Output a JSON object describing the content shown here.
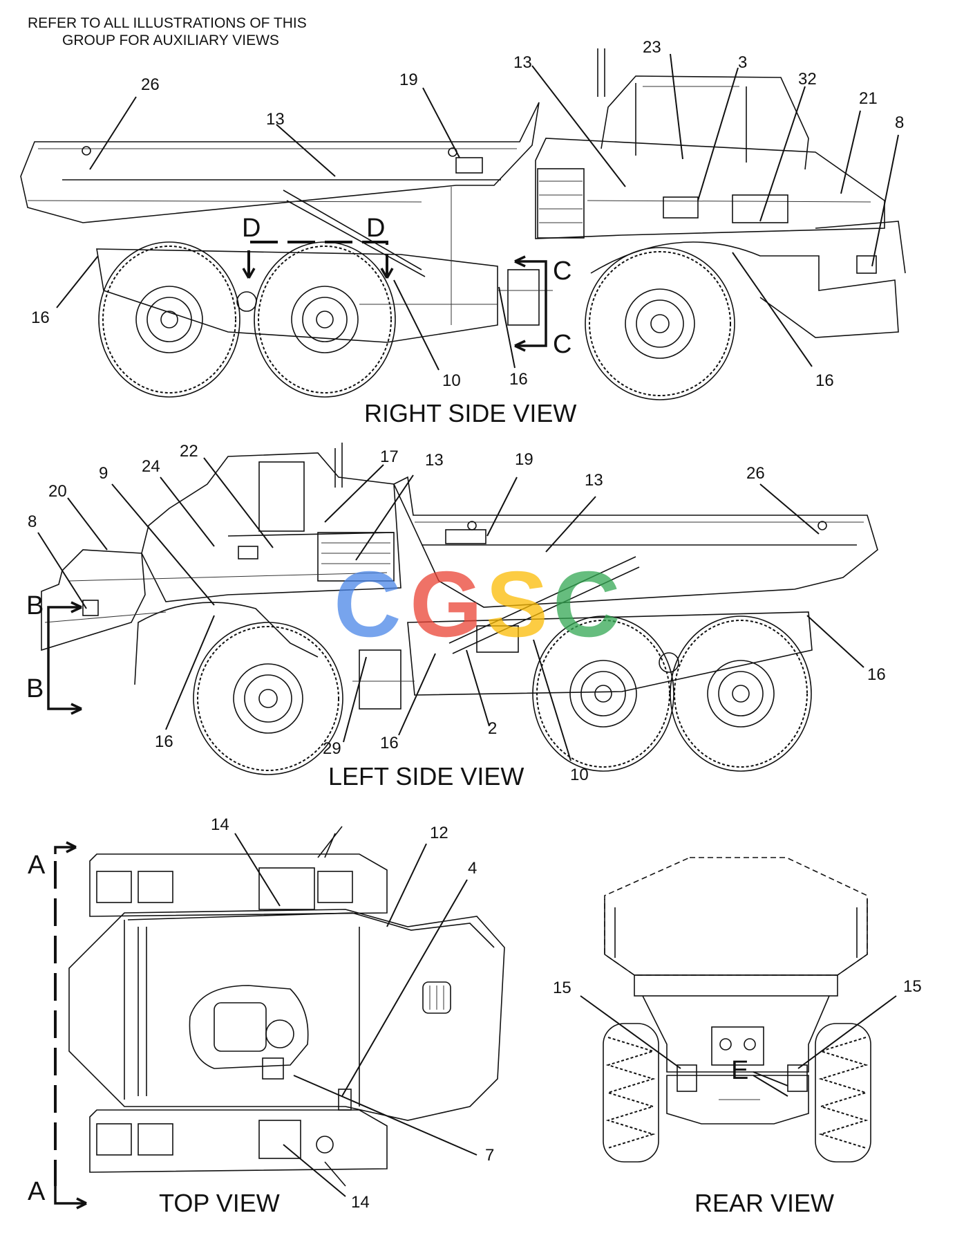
{
  "note": {
    "line1": "REFER TO ALL ILLUSTRATIONS OF THIS",
    "line2": "GROUP FOR AUXILIARY VIEWS"
  },
  "views": {
    "right": "RIGHT SIDE VIEW",
    "left": "LEFT SIDE VIEW",
    "top": "TOP VIEW",
    "rear": "REAR VIEW"
  },
  "section_markers": [
    "A",
    "A",
    "B",
    "B",
    "C",
    "C",
    "D",
    "D",
    "E"
  ],
  "callouts": {
    "right_view": [
      "26",
      "13",
      "19",
      "13",
      "23",
      "3",
      "32",
      "21",
      "8",
      "16",
      "10",
      "16",
      "16"
    ],
    "left_view": [
      "22",
      "17",
      "13",
      "19",
      "13",
      "26",
      "9",
      "24",
      "20",
      "8",
      "16",
      "16",
      "29",
      "16",
      "2",
      "10"
    ],
    "top_view": [
      "14",
      "12",
      "4",
      "7",
      "14"
    ],
    "rear_view": [
      "15",
      "15"
    ]
  },
  "watermark": {
    "letters": [
      "C",
      "G",
      "S",
      "C"
    ],
    "colors": [
      "#4a86e8",
      "#ea4335",
      "#fbbc05",
      "#34a853"
    ]
  }
}
